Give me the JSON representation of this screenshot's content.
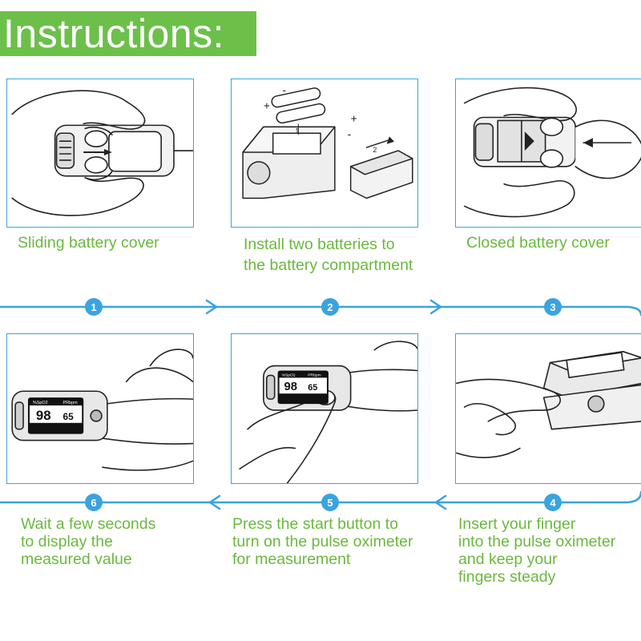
{
  "title": "Instructions:",
  "colors": {
    "accent_green": "#6cc04a",
    "caption_green": "#6ab83e",
    "flow_blue": "#3aa3e0"
  },
  "steps": [
    {
      "number": "1",
      "caption_lines": [
        "Sliding battery cover"
      ]
    },
    {
      "number": "2",
      "caption_lines": [
        "Install two batteries to",
        "the battery compartment"
      ]
    },
    {
      "number": "3",
      "caption_lines": [
        "Closed battery cover"
      ]
    },
    {
      "number": "4",
      "caption_lines": [
        "Insert your finger",
        "into the pulse oximeter",
        "and keep your",
        "fingers steady"
      ]
    },
    {
      "number": "5",
      "caption_lines": [
        "Press the start button to",
        "turn on the pulse oximeter",
        "for measurement"
      ]
    },
    {
      "number": "6",
      "caption_lines": [
        "Wait a few seconds",
        "to display the",
        "measured value"
      ]
    }
  ],
  "device_display": {
    "spo2_label": "%SpO2",
    "pr_label": "PRbpm",
    "spo2_value": "98",
    "pr_value": "65"
  },
  "battery_labels": {
    "plus": "+",
    "minus": "-",
    "step_one": "1",
    "step_two": "2"
  }
}
